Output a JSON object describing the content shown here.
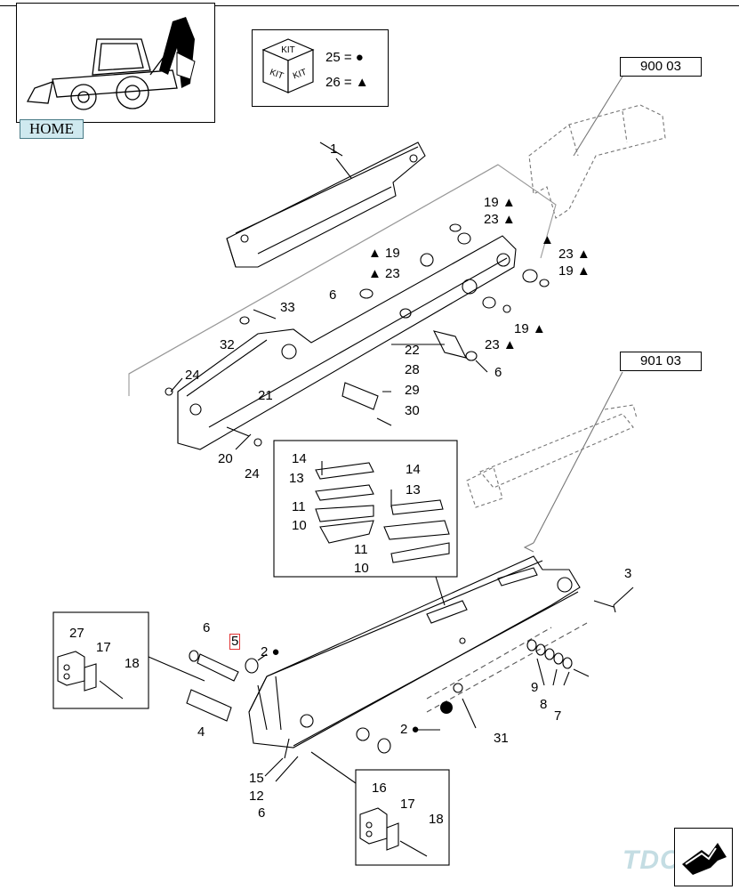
{
  "home_button": "HOME",
  "kit_legend": {
    "kit_label": "KIT",
    "rows": [
      {
        "number": "25",
        "equals": "=",
        "symbol": "circle-icon"
      },
      {
        "number": "26",
        "equals": "=",
        "symbol": "triangle-icon"
      }
    ]
  },
  "references": [
    "900 03",
    "901 03"
  ],
  "callouts": [
    {
      "id": "c1",
      "text": "1"
    },
    {
      "id": "c19a",
      "text": "19",
      "mark": "▲"
    },
    {
      "id": "c23a",
      "text": "23",
      "mark": "▲"
    },
    {
      "id": "c19b",
      "text": "19",
      "mark": "▲",
      "mark_before": true
    },
    {
      "id": "c23b",
      "text": "23",
      "mark": "▲",
      "mark_before": true
    },
    {
      "id": "c23c",
      "text": "23",
      "mark": "▲"
    },
    {
      "id": "c19c",
      "text": "19",
      "mark": "▲"
    },
    {
      "id": "c6a",
      "text": "6"
    },
    {
      "id": "c33",
      "text": "33"
    },
    {
      "id": "c32",
      "text": "32"
    },
    {
      "id": "c19d",
      "text": "19",
      "mark": "▲"
    },
    {
      "id": "c23d",
      "text": "23",
      "mark": "▲"
    },
    {
      "id": "c22",
      "text": "22"
    },
    {
      "id": "c6b",
      "text": "6"
    },
    {
      "id": "c24a",
      "text": "24"
    },
    {
      "id": "c21",
      "text": "21"
    },
    {
      "id": "c28",
      "text": "28"
    },
    {
      "id": "c29",
      "text": "29"
    },
    {
      "id": "c30",
      "text": "30"
    },
    {
      "id": "c20",
      "text": "20"
    },
    {
      "id": "c24b",
      "text": "24"
    },
    {
      "id": "c14a",
      "text": "14"
    },
    {
      "id": "c13a",
      "text": "13"
    },
    {
      "id": "c14b",
      "text": "14"
    },
    {
      "id": "c13b",
      "text": "13"
    },
    {
      "id": "c11a",
      "text": "11"
    },
    {
      "id": "c10a",
      "text": "10"
    },
    {
      "id": "c11b",
      "text": "11"
    },
    {
      "id": "c10b",
      "text": "10"
    },
    {
      "id": "c3",
      "text": "3"
    },
    {
      "id": "c27",
      "text": "27"
    },
    {
      "id": "c17a",
      "text": "17"
    },
    {
      "id": "c18a",
      "text": "18"
    },
    {
      "id": "c6c",
      "text": "6"
    },
    {
      "id": "c5",
      "text": "5"
    },
    {
      "id": "c2a",
      "text": "2",
      "mark": "●"
    },
    {
      "id": "c4",
      "text": "4"
    },
    {
      "id": "c9",
      "text": "9"
    },
    {
      "id": "c8",
      "text": "8"
    },
    {
      "id": "c7",
      "text": "7"
    },
    {
      "id": "c2b",
      "text": "2",
      "mark": "●"
    },
    {
      "id": "c31",
      "text": "31"
    },
    {
      "id": "c15",
      "text": "15"
    },
    {
      "id": "c12",
      "text": "12"
    },
    {
      "id": "c6d",
      "text": "6"
    },
    {
      "id": "c16",
      "text": "16"
    },
    {
      "id": "c17b",
      "text": "17"
    },
    {
      "id": "c18b",
      "text": "18"
    }
  ],
  "highlighted_callout": "c5",
  "watermark": "TDC",
  "colors": {
    "highlight": "#e33333",
    "home_bg": "#cfe9ef",
    "watermark": "#c4dde3"
  }
}
